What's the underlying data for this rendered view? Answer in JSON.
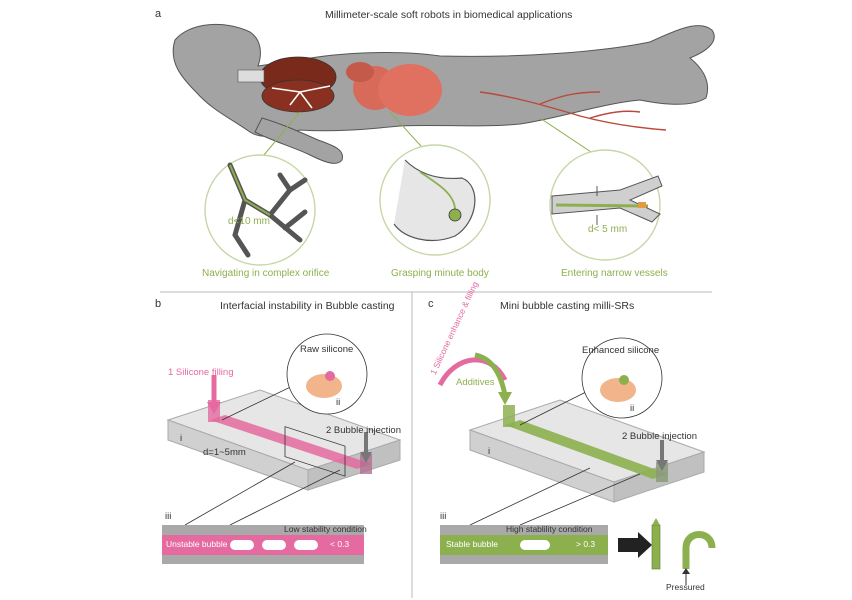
{
  "panel_a": {
    "letter": "a",
    "title": "Millimeter-scale soft robots in biomedical applications",
    "insets": [
      {
        "measure": "d<10 mm",
        "caption": "Navigating in complex orifice"
      },
      {
        "measure": "",
        "caption": "Grasping minute body"
      },
      {
        "measure": "d< 5 mm",
        "caption": "Entering narrow vessels"
      }
    ]
  },
  "panel_b": {
    "letter": "b",
    "title": "Interfacial instability in Bubble casting",
    "step1": "1 Silicone filling",
    "inset_label": "Raw silicone",
    "inset_numeral": "ii",
    "step2": "2 Bubble injection",
    "view_numeral": "i",
    "diameter": "d=1~5mm",
    "strip_numeral": "iii",
    "condition": "Low stability condition",
    "bubble_label": "Unstable bubble",
    "formula_tail": "< 0.3"
  },
  "panel_c": {
    "letter": "c",
    "title": "Mini bubble casting milli-SRs",
    "step1": "1 Silicone enhance & filling",
    "additives": "Additives",
    "inset_label": "Enhanced silicone",
    "inset_numeral": "ii",
    "step2": "2 Bubble injection",
    "view_numeral": "i",
    "strip_numeral": "iii",
    "condition": "High stablility condition",
    "bubble_label": "Stable bubble",
    "formula_tail": "> 0.3",
    "pressured": "Pressured"
  },
  "colors": {
    "green": "#8db04f",
    "pink": "#e46aa0",
    "body_gray": "#9a9a9a",
    "mold_gray": "#d8d8d8"
  }
}
